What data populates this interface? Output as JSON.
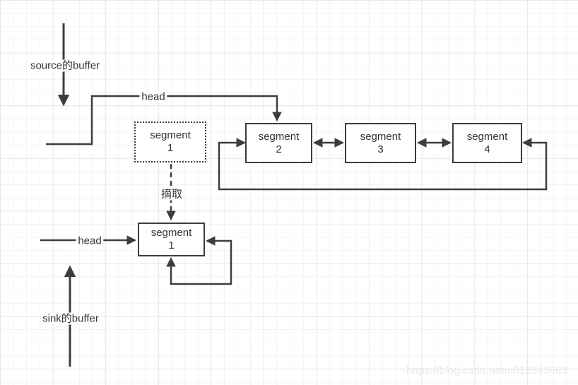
{
  "colors": {
    "stroke": "#3d3d3d",
    "text": "#333333",
    "box-bg": "#ffffff",
    "watermark": "#e8e8ea",
    "grid-minor": "#f3f3f3",
    "grid-major": "#e7e7e7"
  },
  "diagram": {
    "source_label": "source的buffer",
    "sink_label": "sink的buffer",
    "head_top_label": "head",
    "head_bottom_label": "head",
    "extract_label": "摘取",
    "boxes": {
      "seg1_dotted": {
        "line1": "segment",
        "line2": "1"
      },
      "seg2": {
        "line1": "segment",
        "line2": "2"
      },
      "seg3": {
        "line1": "segment",
        "line2": "3"
      },
      "seg4": {
        "line1": "segment",
        "line2": "4"
      },
      "seg1_solid": {
        "line1": "segment",
        "line2": "1"
      }
    },
    "watermark": "https://blog.csdn.net/u012345683"
  }
}
